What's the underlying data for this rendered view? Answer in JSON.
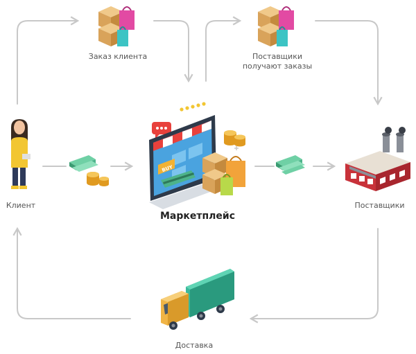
{
  "labels": {
    "order": "Заказ клиента",
    "suppliers_get_line1": "Поставщики",
    "suppliers_get_line2": "получают заказы",
    "client": "Клиент",
    "marketplace": "Маркетплейс",
    "suppliers": "Поставщики",
    "delivery": "Доставка"
  },
  "screen_badge": "BUY",
  "colors": {
    "arrow": "#c8c8c8",
    "monitor_dark": "#2e3a4a",
    "screen_blue": "#4aa3df",
    "awning_red": "#e8413c",
    "box_tan": "#e3b46a",
    "bag_pink": "#e24aa3",
    "bag_teal": "#3cc4c4",
    "truck_green": "#3cb89a",
    "truck_cab": "#f0b445",
    "factory_red": "#c8323a",
    "coin_gold": "#f2b233",
    "cash_green": "#4db38a"
  }
}
